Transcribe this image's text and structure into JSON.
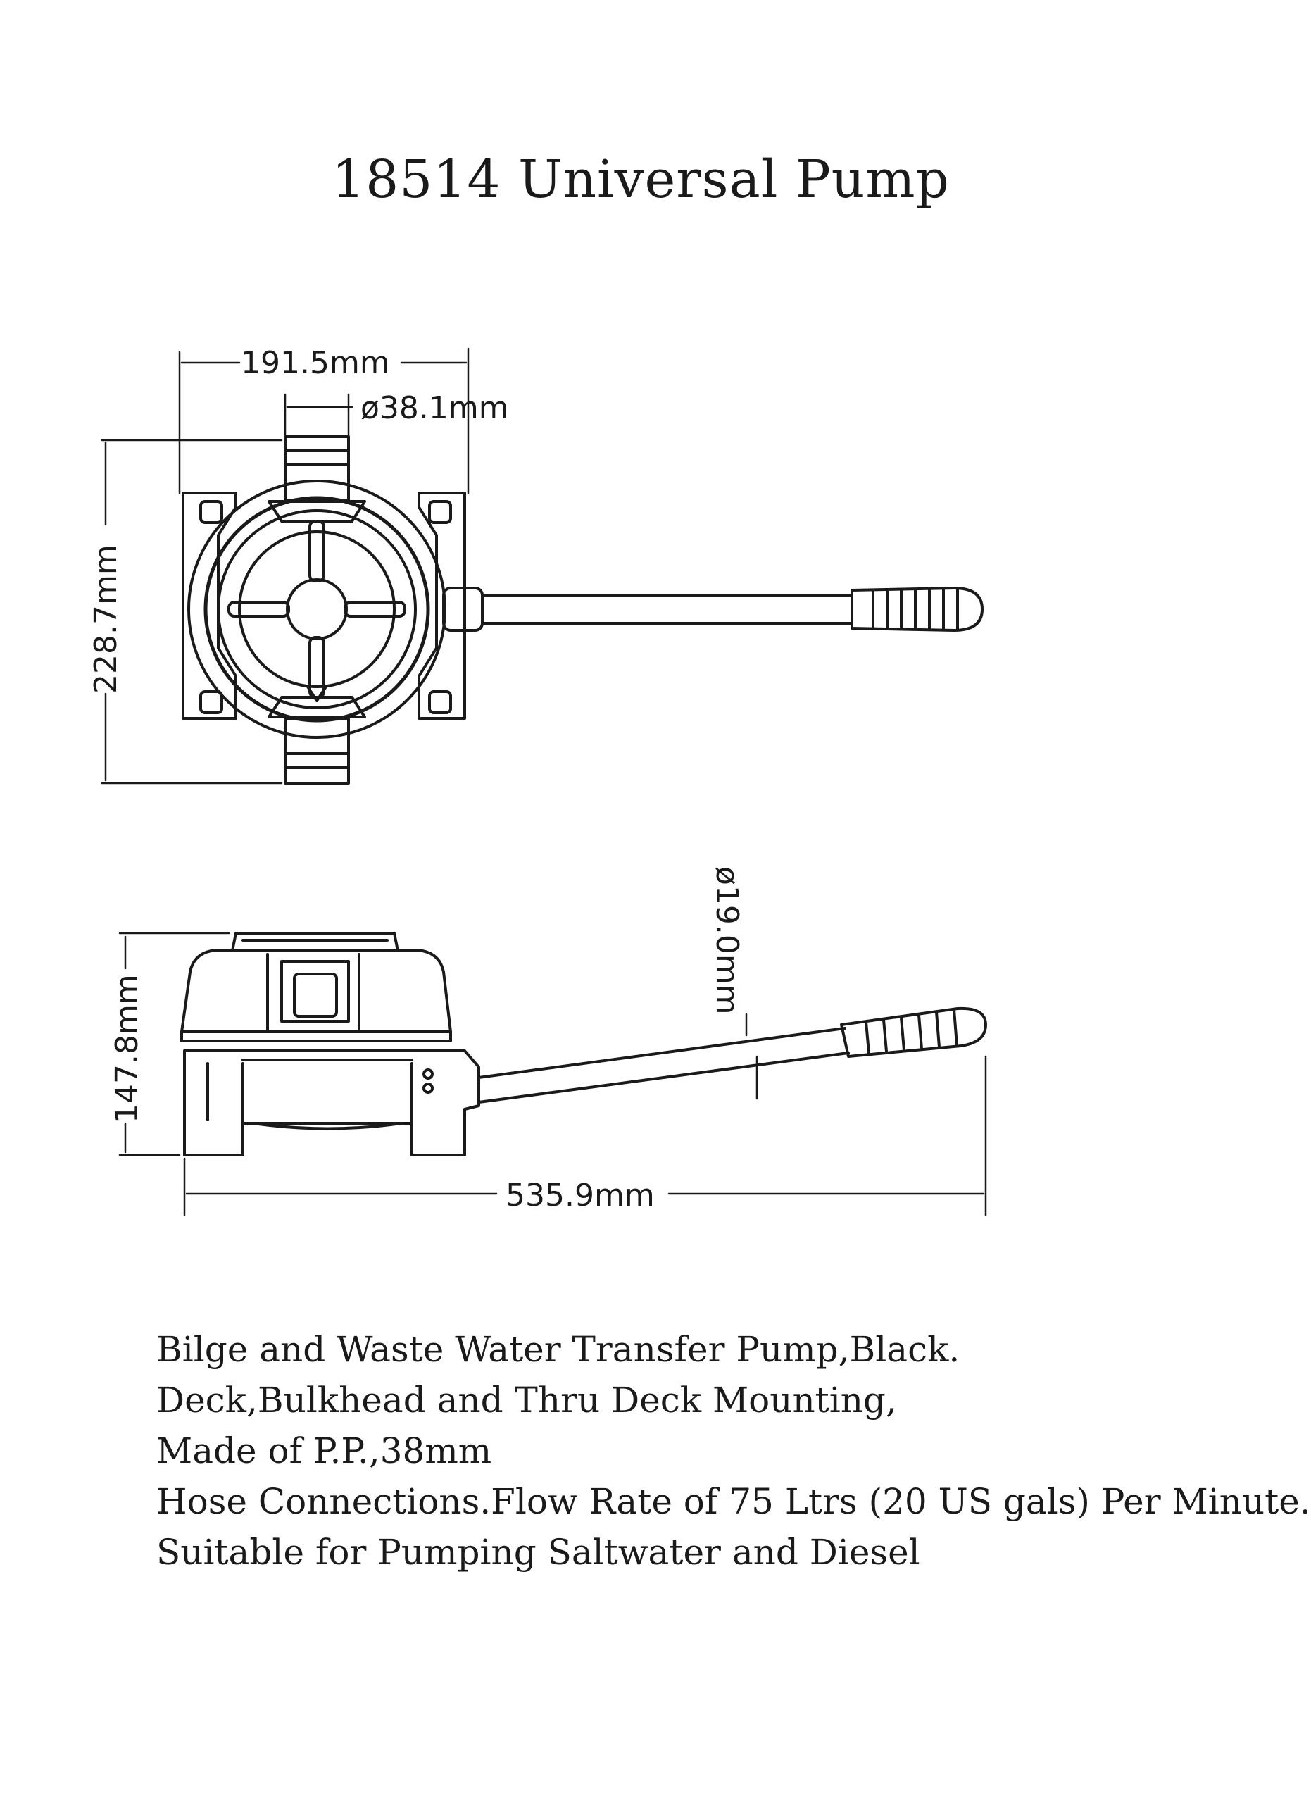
{
  "title": "18514 Universal Pump",
  "dimensions": {
    "top_width": "191.5mm",
    "port_diameter": "ø38.1mm",
    "top_height": "228.7mm",
    "handle_diameter": "ø19.0mm",
    "side_height": "147.8mm",
    "overall_length": "535.9mm"
  },
  "description": [
    "Bilge and Waste Water Transfer Pump,Black.",
    "Deck,Bulkhead and Thru Deck Mounting,",
    "Made of P.P.,38mm",
    "Hose Connections.Flow Rate of 75 Ltrs (20 US gals) Per Minute.",
    "Suitable for Pumping Saltwater and Diesel"
  ],
  "colors": {
    "ink": "#1a1a1a",
    "background": "#ffffff"
  }
}
